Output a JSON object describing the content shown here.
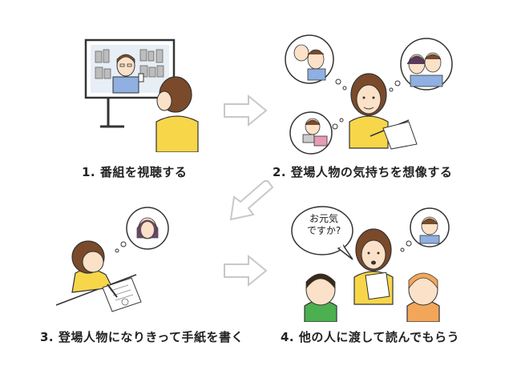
{
  "steps": [
    {
      "number": "1.",
      "label": "番組を視聴する"
    },
    {
      "number": "2.",
      "label": "登場人物の気持ちを想像する"
    },
    {
      "number": "3.",
      "label": "登場人物になりきって手紙を書く"
    },
    {
      "number": "4.",
      "label": "他の人に渡して読んでもらう"
    }
  ],
  "speech": {
    "line1": "お元気",
    "line2": "ですか?"
  },
  "colors": {
    "skin": "#fbe1c8",
    "hair": "#7a4a2a",
    "shirt_yellow": "#f7d64a",
    "shirt_blue": "#8fb0e0",
    "shirt_green": "#4caf50",
    "shirt_orange": "#f2a65a",
    "arrow_gray": "#c8c8c8",
    "line": "#333333"
  }
}
